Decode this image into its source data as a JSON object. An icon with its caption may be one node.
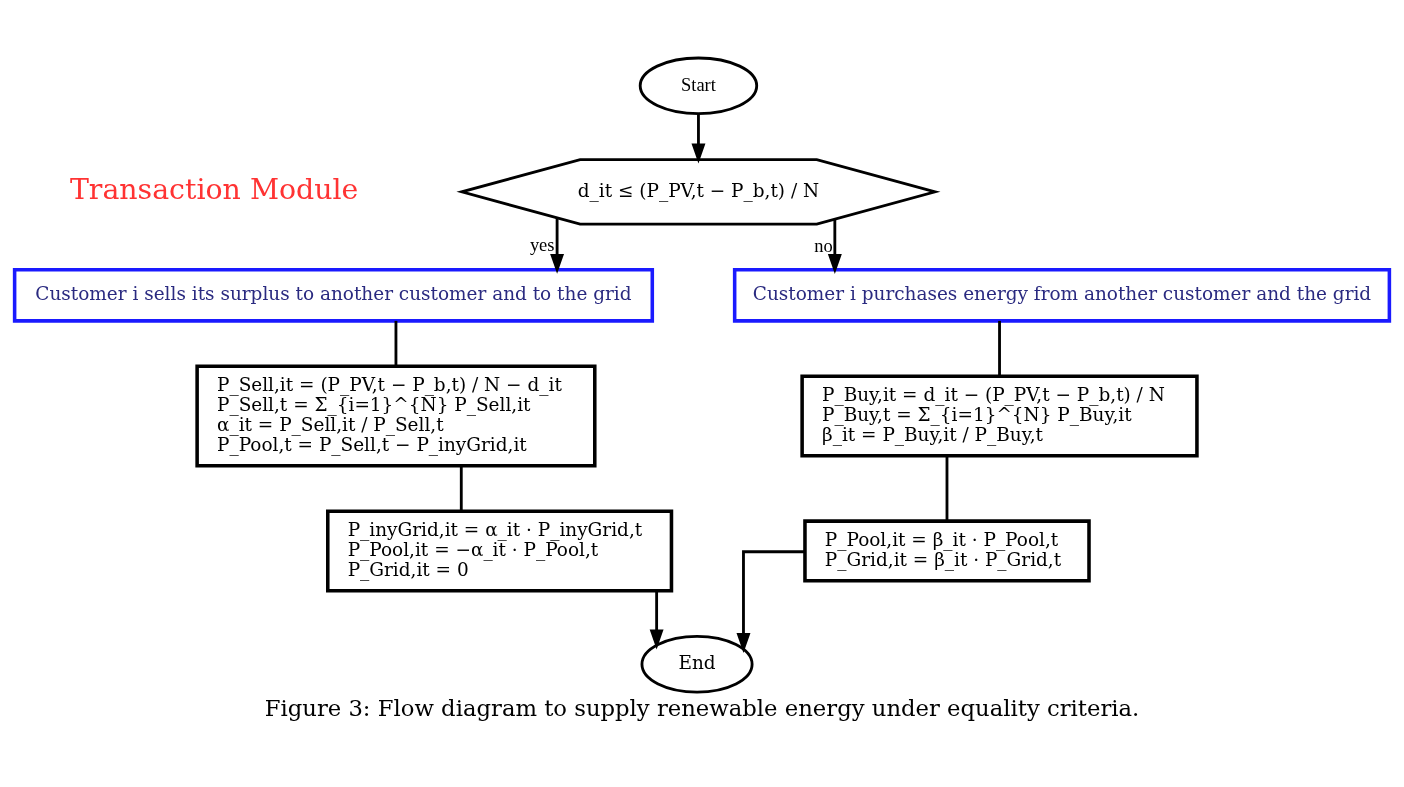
{
  "diagram": {
    "caption": "Figure 3: Flow diagram to supply renewable energy under equality criteria.",
    "nodes": [
      {
        "text": [
          "Start"
        ]
      },
      {
        "text": [
          "d_it ≤ (P_PV,t − P_b,t) / N"
        ]
      },
      {
        "text": [
          "Customer i sells its surplus to another customer and to the grid"
        ]
      },
      {
        "text": [
          "P_Sell,it = (P_PV,t − P_b,t) / N − d_it",
          "P_Sell,t = Σ_{i=1}^{N} P_Sell,it",
          "α_it = P_Sell,it / P_Sell,t",
          "P_Pool,t = P_Sell,t − P_inyGrid,it"
        ]
      },
      {
        "text": [
          "P_inyGrid,it = α_it · P_inyGrid,t",
          "P_Pool,it = −α_it · P_Pool,t",
          "P_Grid,it = 0"
        ]
      },
      {
        "text": [
          "Customer i purchases energy from another customer and the grid"
        ]
      },
      {
        "text": [
          "P_Buy,it = d_it − (P_PV,t − P_b,t) / N",
          "P_Buy,t = Σ_{i=1}^{N} P_Buy,it",
          "β_it = P_Buy,it / P_Buy,t"
        ]
      },
      {
        "text": [
          "P_Pool,it = β_it · P_Pool,t",
          "P_Grid,it = β_it · P_Grid,t"
        ]
      },
      {
        "text": [
          "End"
        ]
      }
    ],
    "edges": [
      {
        "from": 0,
        "to": 1,
        "arrow": "to"
      },
      {
        "from": 1,
        "to": 2,
        "arrow": "to",
        "label": "yes"
      },
      {
        "from": 1,
        "to": 5,
        "arrow": "to",
        "label": "no"
      },
      {
        "from": 2,
        "to": 3,
        "arrow": "none"
      },
      {
        "from": 3,
        "to": 4,
        "arrow": "none"
      },
      {
        "from": 5,
        "to": 6,
        "arrow": "none"
      },
      {
        "from": 6,
        "to": 7,
        "arrow": "none"
      },
      {
        "from": 4,
        "to": 8,
        "arrow": "to"
      },
      {
        "from": 7,
        "to": 8,
        "arrow": "to"
      }
    ],
    "labels": [
      "Transaction Module"
    ]
  }
}
